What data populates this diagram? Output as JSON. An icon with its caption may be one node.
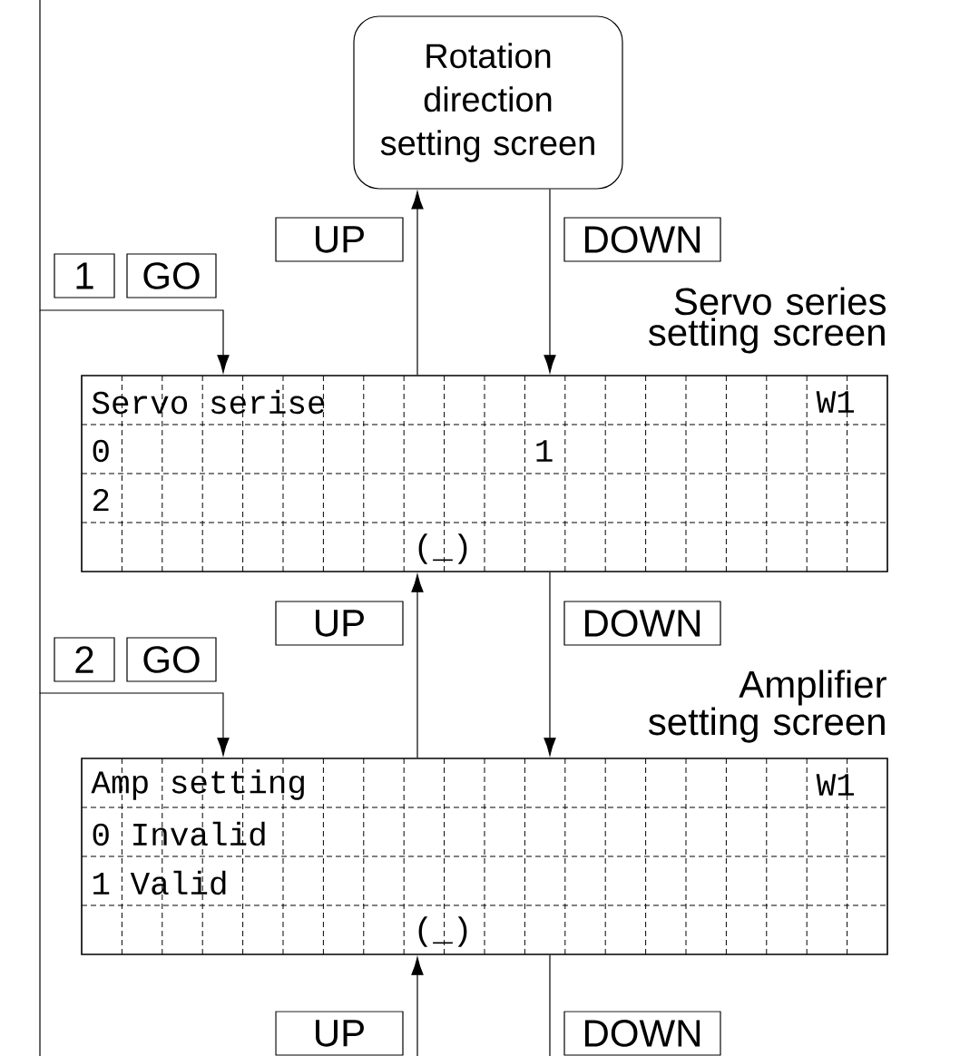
{
  "diagram": {
    "nodes": [
      {
        "text": [
          "Rotation direction setting screen"
        ]
      },
      {
        "text": [
          "Servo serise",
          "W1",
          "0",
          "1",
          "2",
          "(_)"
        ],
        "beside": [
          "Servo series setting screen"
        ]
      },
      {
        "text": [
          "Amp setting",
          "W1",
          "0 Invalid",
          "1 Valid",
          "(_)"
        ],
        "beside": [
          "Amplifier setting screen"
        ]
      }
    ],
    "edges": [
      {
        "from": null,
        "to": 1,
        "arrow": "to"
      },
      {
        "from": null,
        "to": 2,
        "arrow": "to"
      },
      {
        "from": 1,
        "to": 0,
        "arrow": "to",
        "label": "UP"
      },
      {
        "from": 0,
        "to": 1,
        "arrow": "to",
        "label": "DOWN"
      },
      {
        "from": 2,
        "to": 1,
        "arrow": "to",
        "label": "UP"
      },
      {
        "from": 1,
        "to": 2,
        "arrow": "to",
        "label": "DOWN"
      },
      {
        "from": null,
        "to": 2,
        "arrow": "to",
        "label": "UP"
      },
      {
        "from": 2,
        "to": null,
        "arrow": "none",
        "label": "DOWN"
      }
    ],
    "labels": [
      "1",
      "GO",
      "2",
      "GO"
    ]
  }
}
